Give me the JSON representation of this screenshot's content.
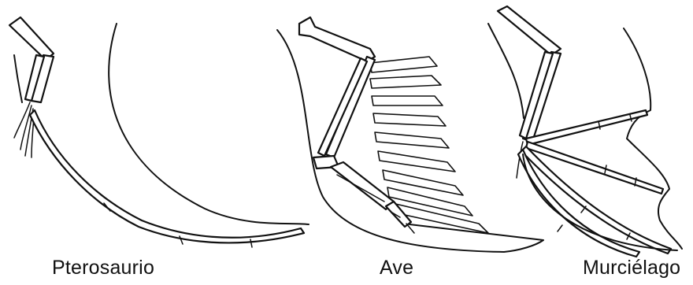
{
  "labels": {
    "pterosaur": "Pterosaurio",
    "bird": "Ave",
    "bat": "Murciélago"
  }
}
